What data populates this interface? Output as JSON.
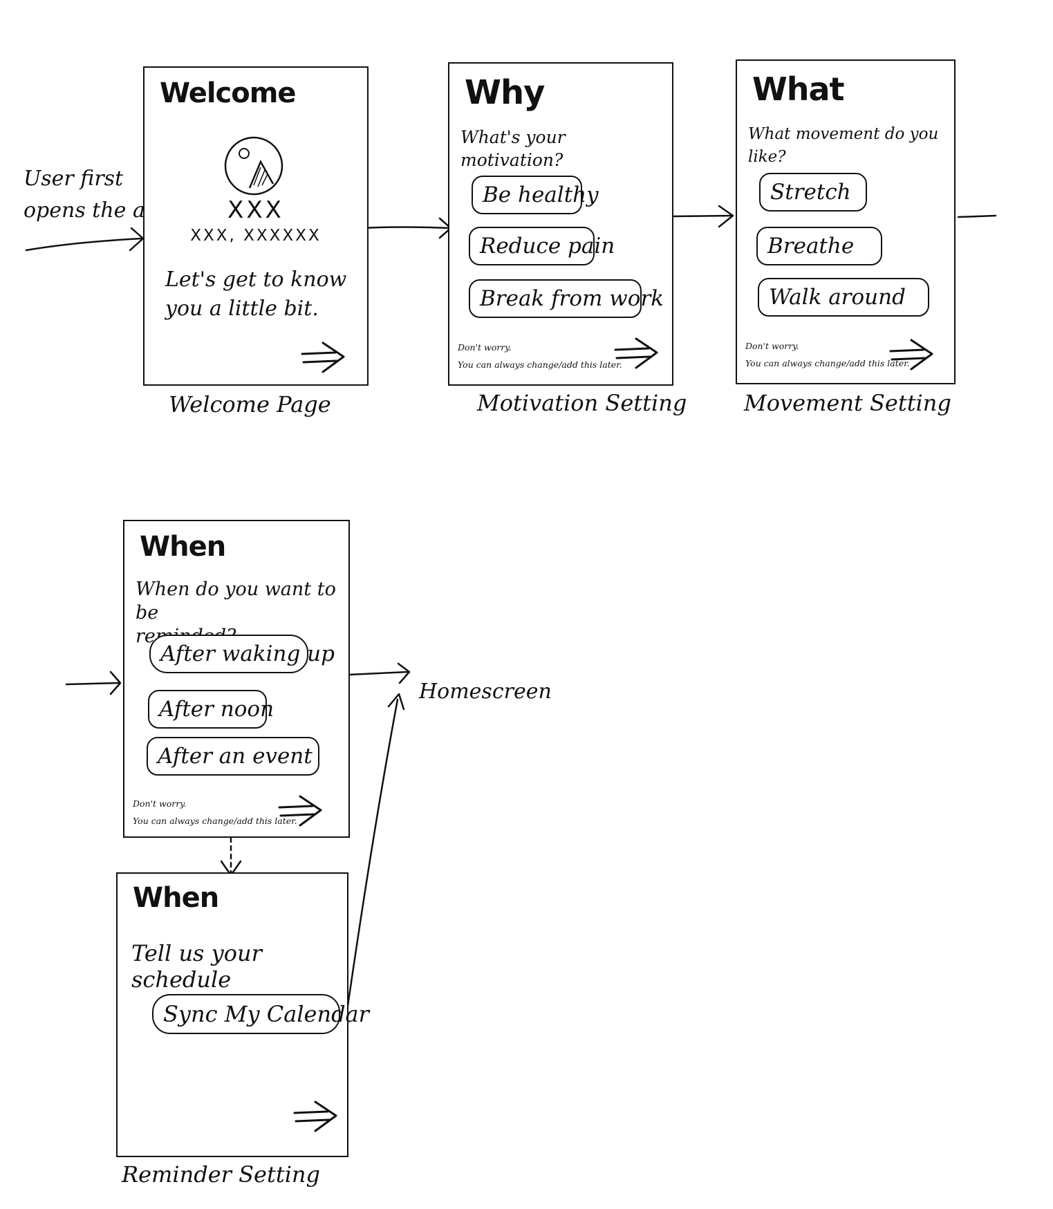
{
  "entry_label": [
    "User first",
    "opens the app"
  ],
  "homescreen_label": "Homescreen",
  "welcome": {
    "title": "Welcome",
    "name": "XXX",
    "subtitle": "XXX, XXXXXX",
    "message": [
      "Let's get to know",
      "you a little bit."
    ],
    "caption": "Welcome Page"
  },
  "motivation": {
    "title": "Why",
    "question": "What's your motivation?",
    "options": [
      "Be healthy",
      "Reduce pain",
      "Break from work"
    ],
    "note": [
      "Don't worry.",
      "You can always change/add this later."
    ],
    "caption": "Motivation Setting"
  },
  "movement": {
    "title": "What",
    "question": "What movement do you like?",
    "options": [
      "Stretch",
      "Breathe",
      "Walk around"
    ],
    "note": [
      "Don't worry.",
      "You can always change/add this later."
    ],
    "caption": "Movement Setting"
  },
  "reminder": {
    "title": "When",
    "question": [
      "When do you want to be",
      "reminded?"
    ],
    "options": [
      "After waking up",
      "After noon",
      "After an event"
    ],
    "note": [
      "Don't worry.",
      "You can always change/add this later."
    ]
  },
  "schedule": {
    "title": "When",
    "prompt": "Tell us your schedule",
    "button": "Sync My Calendar",
    "caption": "Reminder Setting"
  }
}
